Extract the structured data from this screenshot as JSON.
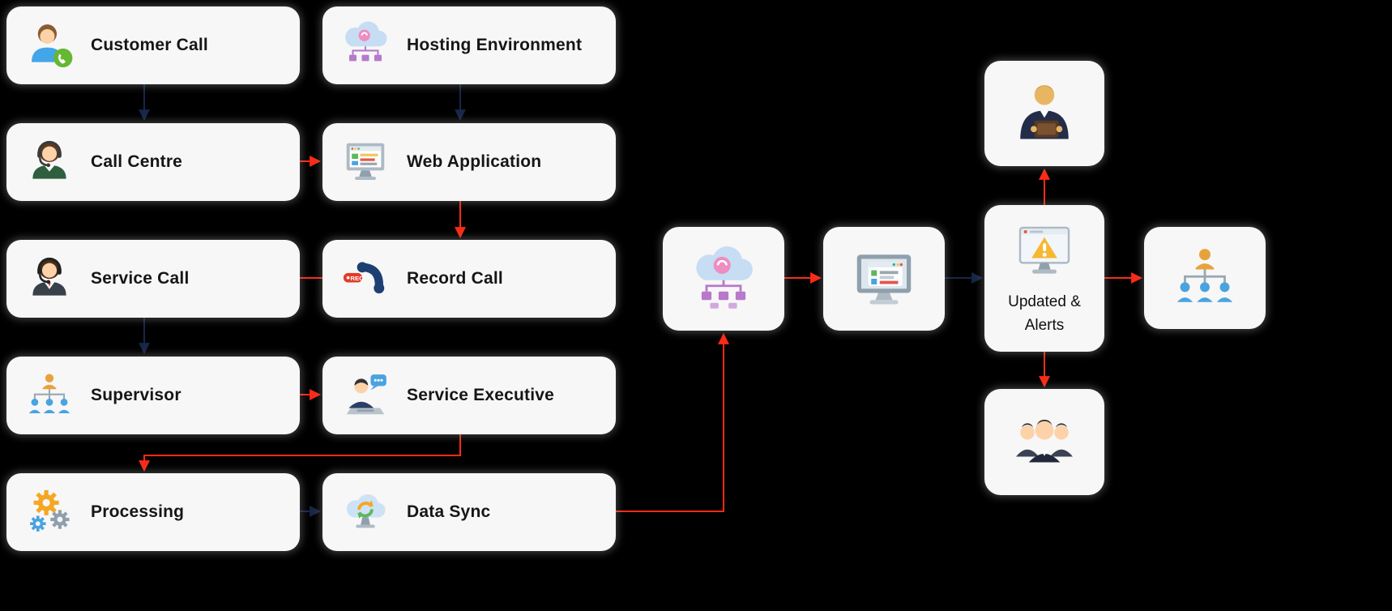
{
  "colors": {
    "background": "#000000",
    "node_bg": "#f7f7f7",
    "label": "#161616",
    "arrow_red": "#fa2b16",
    "arrow_navy": "#172649"
  },
  "nodes": [
    {
      "id": "customer-call",
      "label": "Customer Call",
      "icon": "customer-call-icon"
    },
    {
      "id": "call-centre",
      "label": "Call Centre",
      "icon": "call-centre-icon"
    },
    {
      "id": "service-call",
      "label": "Service Call",
      "icon": "service-call-icon"
    },
    {
      "id": "supervisor",
      "label": "Supervisor",
      "icon": "supervisor-icon"
    },
    {
      "id": "processing",
      "label": "Processing",
      "icon": "gears-icon"
    },
    {
      "id": "hosting-environment",
      "label": "Hosting Environment",
      "icon": "cloud-network-icon"
    },
    {
      "id": "web-application",
      "label": "Web Application",
      "icon": "browser-monitor-icon"
    },
    {
      "id": "record-call",
      "label": "Record Call",
      "icon": "record-phone-icon",
      "badge": "REC"
    },
    {
      "id": "service-executive",
      "label": "Service Executive",
      "icon": "service-executive-icon"
    },
    {
      "id": "data-sync",
      "label": "Data Sync",
      "icon": "sync-cloud-icon"
    },
    {
      "id": "cloud-network",
      "label": "",
      "icon": "cloud-network-icon"
    },
    {
      "id": "computer-system",
      "label": "",
      "icon": "computer-app-icon"
    },
    {
      "id": "updated-alerts",
      "label": "Updated & Alerts",
      "icon": "alert-monitor-icon"
    },
    {
      "id": "manager",
      "label": "",
      "icon": "manager-tablet-icon"
    },
    {
      "id": "org-hierarchy",
      "label": "",
      "icon": "hierarchy-icon"
    },
    {
      "id": "team",
      "label": "",
      "icon": "team-group-icon"
    }
  ],
  "edges": [
    {
      "from": "customer-call",
      "to": "call-centre",
      "color": "navy"
    },
    {
      "from": "hosting-environment",
      "to": "web-application",
      "color": "navy"
    },
    {
      "from": "call-centre",
      "to": "web-application",
      "color": "red"
    },
    {
      "from": "web-application",
      "to": "record-call",
      "color": "red"
    },
    {
      "from": "record-call",
      "to": "service-call",
      "color": "red"
    },
    {
      "from": "service-call",
      "to": "supervisor",
      "color": "navy"
    },
    {
      "from": "supervisor",
      "to": "service-executive",
      "color": "red"
    },
    {
      "from": "service-executive",
      "to": "processing",
      "color": "red"
    },
    {
      "from": "processing",
      "to": "data-sync",
      "color": "navy"
    },
    {
      "from": "data-sync",
      "to": "cloud-network",
      "color": "red"
    },
    {
      "from": "cloud-network",
      "to": "computer-system",
      "color": "red"
    },
    {
      "from": "computer-system",
      "to": "updated-alerts",
      "color": "navy"
    },
    {
      "from": "updated-alerts",
      "to": "manager",
      "color": "red"
    },
    {
      "from": "updated-alerts",
      "to": "org-hierarchy",
      "color": "red"
    },
    {
      "from": "updated-alerts",
      "to": "team",
      "color": "red"
    }
  ]
}
